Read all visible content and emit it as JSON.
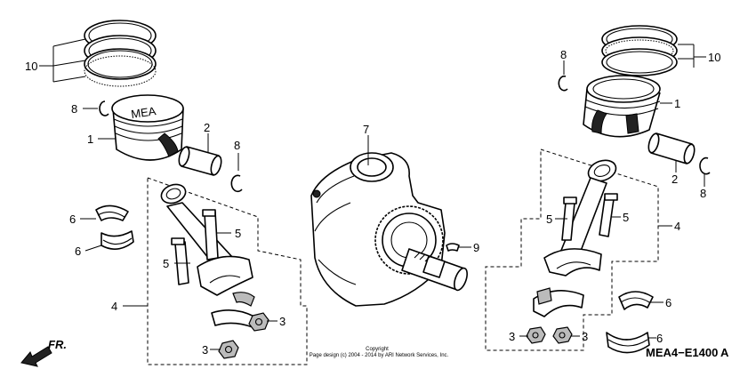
{
  "callouts": {
    "piston_rings_left": "10",
    "piston_rings_right": "10",
    "clip_left_upper": "8",
    "clip_left_lower": "8",
    "clip_right_upper": "8",
    "clip_right_lower": "8",
    "piston_left": "1",
    "piston_right": "1",
    "piston_pin_left": "2",
    "piston_pin_right": "2",
    "crankshaft": "7",
    "key": "9",
    "rod_assembly_left": "4",
    "rod_assembly_right": "4",
    "bolt_left_a": "5",
    "bolt_left_b": "5",
    "bolt_right_a": "5",
    "bolt_right_b": "5",
    "bearing_left_a": "6",
    "bearing_left_b": "6",
    "bearing_right_a": "6",
    "bearing_right_b": "6",
    "nut_left_a": "3",
    "nut_left_b": "3",
    "nut_right_a": "3",
    "nut_right_b": "3"
  },
  "piston_marking": "MEA",
  "copyright": {
    "line1": "Copyright",
    "line2": "Page design (c) 2004 - 2014 by ARI Network Services, Inc."
  },
  "direction_label": "FR.",
  "diagram_code": "MEA4−E1400",
  "diagram_code_suffix": "A"
}
